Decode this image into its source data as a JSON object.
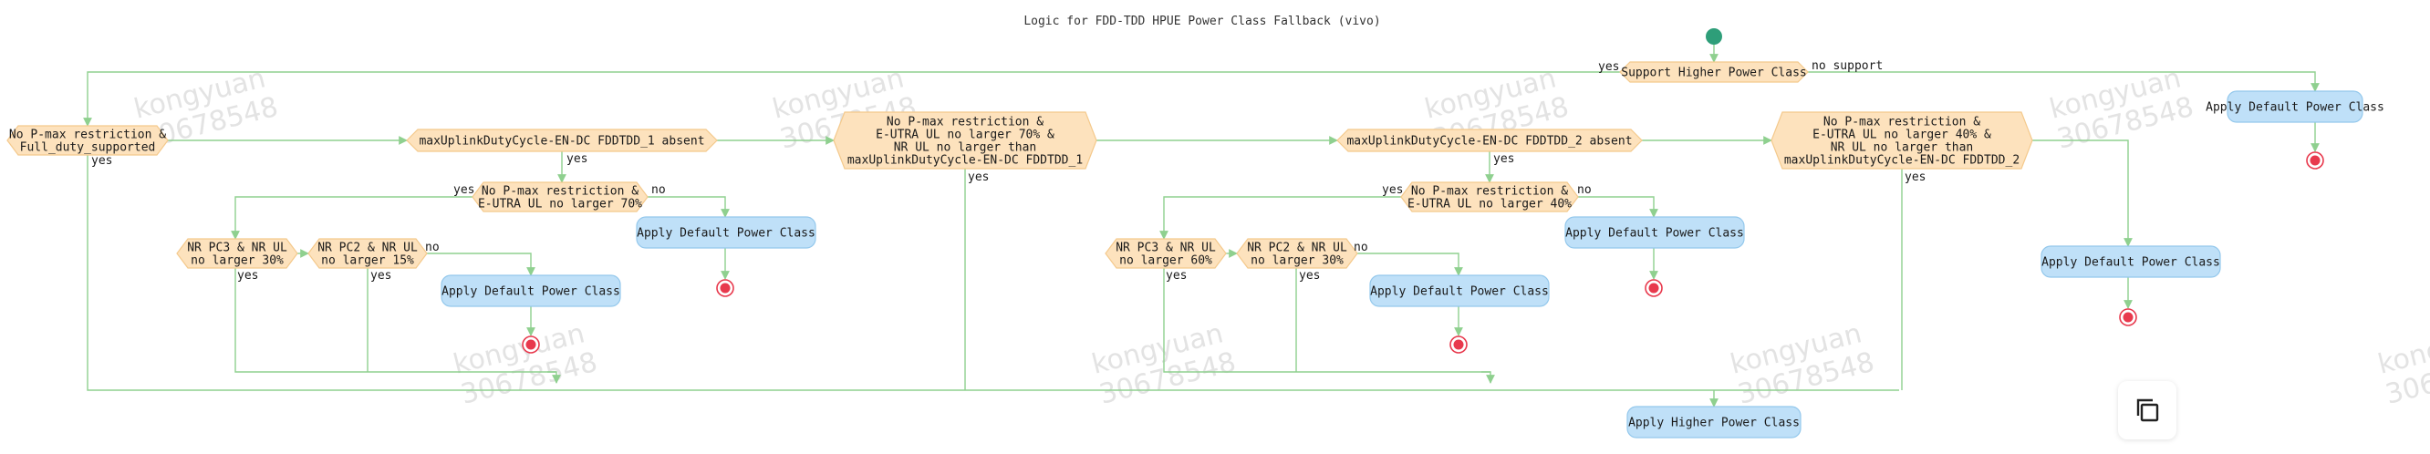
{
  "title": "Logic for FDD-TDD HPUE Power Class Fallback (vivo)",
  "colors": {
    "decision_fill": "#fde2bd",
    "decision_stroke": "#f4c98c",
    "action_fill": "#bfe0f8",
    "action_stroke": "#94c8ec",
    "edge": "#8fd08f",
    "start": "#2e9e79",
    "end": "#e8394d"
  },
  "watermark": {
    "lines": [
      "kongyuan",
      "30678548"
    ]
  },
  "nodes": {
    "start_node": {
      "type": "start"
    },
    "support_hpc": {
      "type": "decision",
      "lines": [
        "Support Higher Power Class"
      ]
    },
    "default_top": {
      "type": "action",
      "lines": [
        "Apply Default Power Class"
      ]
    },
    "end_top": {
      "type": "end"
    },
    "full_duty": {
      "type": "decision",
      "lines": [
        "No P-max restriction &",
        "Full_duty_supported"
      ]
    },
    "mudc1_absent": {
      "type": "decision",
      "lines": [
        "maxUplinkDutyCycle-EN-DC FDDTDD_1 absent"
      ]
    },
    "cond_70": {
      "type": "decision",
      "lines": [
        "No P-max restriction &",
        "E-UTRA UL no larger 70% &",
        "NR UL no larger than",
        "maxUplinkDutyCycle-EN-DC FDDTDD_1"
      ]
    },
    "mudc2_absent": {
      "type": "decision",
      "lines": [
        "maxUplinkDutyCycle-EN-DC FDDTDD_2 absent"
      ]
    },
    "cond_40": {
      "type": "decision",
      "lines": [
        "No P-max restriction &",
        "E-UTRA UL no larger 40% &",
        "NR UL no larger than",
        "maxUplinkDutyCycle-EN-DC FDDTDD_2"
      ]
    },
    "default_right": {
      "type": "action",
      "lines": [
        "Apply Default Power Class"
      ]
    },
    "end_right": {
      "type": "end"
    },
    "eutra70": {
      "type": "decision",
      "lines": [
        "No P-max restriction &",
        "E-UTRA UL no larger 70%"
      ]
    },
    "default_a1": {
      "type": "action",
      "lines": [
        "Apply Default Power Class"
      ]
    },
    "end_a1": {
      "type": "end"
    },
    "pc3_30": {
      "type": "decision",
      "lines": [
        "NR PC3 & NR UL",
        "no larger 30%"
      ]
    },
    "pc2_15": {
      "type": "decision",
      "lines": [
        "NR PC2 & NR UL",
        "no larger 15%"
      ]
    },
    "default_a2": {
      "type": "action",
      "lines": [
        "Apply Default Power Class"
      ]
    },
    "end_a2": {
      "type": "end"
    },
    "eutra40": {
      "type": "decision",
      "lines": [
        "No P-max restriction &",
        "E-UTRA UL no larger 40%"
      ]
    },
    "default_b1": {
      "type": "action",
      "lines": [
        "Apply Default Power Class"
      ]
    },
    "end_b1": {
      "type": "end"
    },
    "pc3_60": {
      "type": "decision",
      "lines": [
        "NR PC3 & NR UL",
        "no larger 60%"
      ]
    },
    "pc2_30": {
      "type": "decision",
      "lines": [
        "NR PC2 & NR UL",
        "no larger 30%"
      ]
    },
    "default_b2": {
      "type": "action",
      "lines": [
        "Apply Default Power Class"
      ]
    },
    "end_b2": {
      "type": "end"
    },
    "apply_hpc": {
      "type": "action",
      "lines": [
        "Apply Higher Power Class"
      ]
    }
  },
  "edge_labels": {
    "support_yes": "yes",
    "support_no": "no support",
    "full_duty_yes": "yes",
    "mudc1_yes": "yes",
    "eutra70_yes": "yes",
    "eutra70_no": "no",
    "cond70_yes": "yes",
    "pc3_30_yes": "yes",
    "pc2_15_yes": "yes",
    "pc2_15_no": "no",
    "mudc2_yes": "yes",
    "eutra40_yes": "yes",
    "eutra40_no": "no",
    "cond40_yes": "yes",
    "pc3_60_yes": "yes",
    "pc2_30_yes": "yes",
    "pc2_30_no": "no"
  },
  "copy_button": {
    "icon": "copy-icon"
  }
}
